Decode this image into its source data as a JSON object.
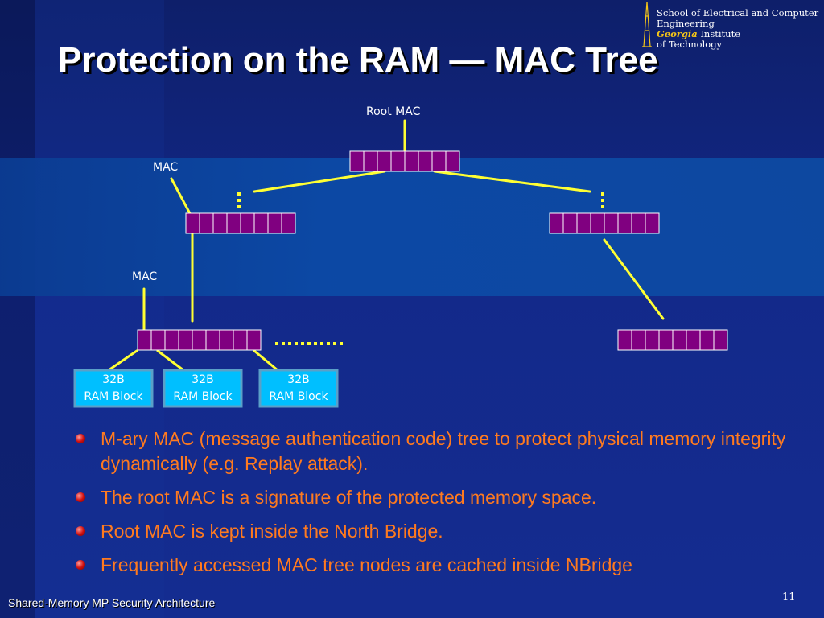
{
  "slide": {
    "title": "Protection on the RAM — MAC Tree",
    "logo": {
      "line1": "School of Electrical and Computer",
      "line2": "Engineering",
      "line3a": "Georgia",
      "line3b": " Institute",
      "line4": "of Technology"
    },
    "diagram": {
      "root_label": "Root MAC",
      "mac_label_1": "MAC",
      "mac_label_2": "MAC",
      "block_line1": "32B",
      "block_line2": "RAM Block",
      "colors": {
        "cell": "#800080",
        "line": "#ffff33",
        "block": "#00bfff"
      }
    },
    "bullets": [
      "M-ary MAC (message authentication code) tree to protect physical memory integrity dynamically (e.g. Replay attack).",
      "The root MAC is a signature of the protected memory space.",
      "Root MAC is kept inside the North Bridge.",
      "Frequently accessed MAC tree nodes are cached inside NBridge"
    ],
    "footer": "Shared-Memory MP Security Architecture",
    "page_number": "11"
  }
}
